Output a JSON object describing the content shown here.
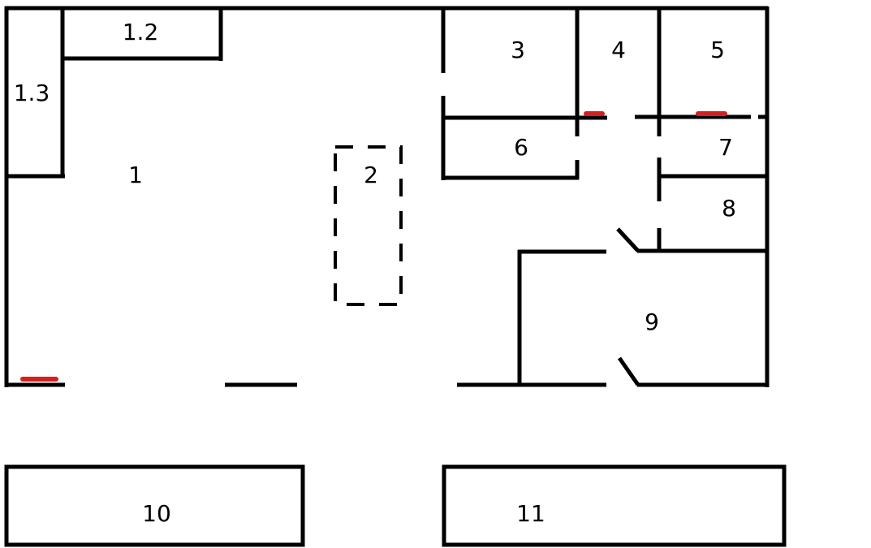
{
  "colors": {
    "wall": "#000000",
    "marker": "#d32020",
    "background": "#ffffff"
  },
  "rooms": [
    {
      "id": "1",
      "label": "1"
    },
    {
      "id": "1-2",
      "label": "1.2"
    },
    {
      "id": "1-3",
      "label": "1.3"
    },
    {
      "id": "2",
      "label": "2"
    },
    {
      "id": "3",
      "label": "3"
    },
    {
      "id": "4",
      "label": "4"
    },
    {
      "id": "5",
      "label": "5"
    },
    {
      "id": "6",
      "label": "6"
    },
    {
      "id": "7",
      "label": "7"
    },
    {
      "id": "8",
      "label": "8"
    },
    {
      "id": "9",
      "label": "9"
    },
    {
      "id": "10",
      "label": "10"
    },
    {
      "id": "11",
      "label": "11"
    }
  ]
}
